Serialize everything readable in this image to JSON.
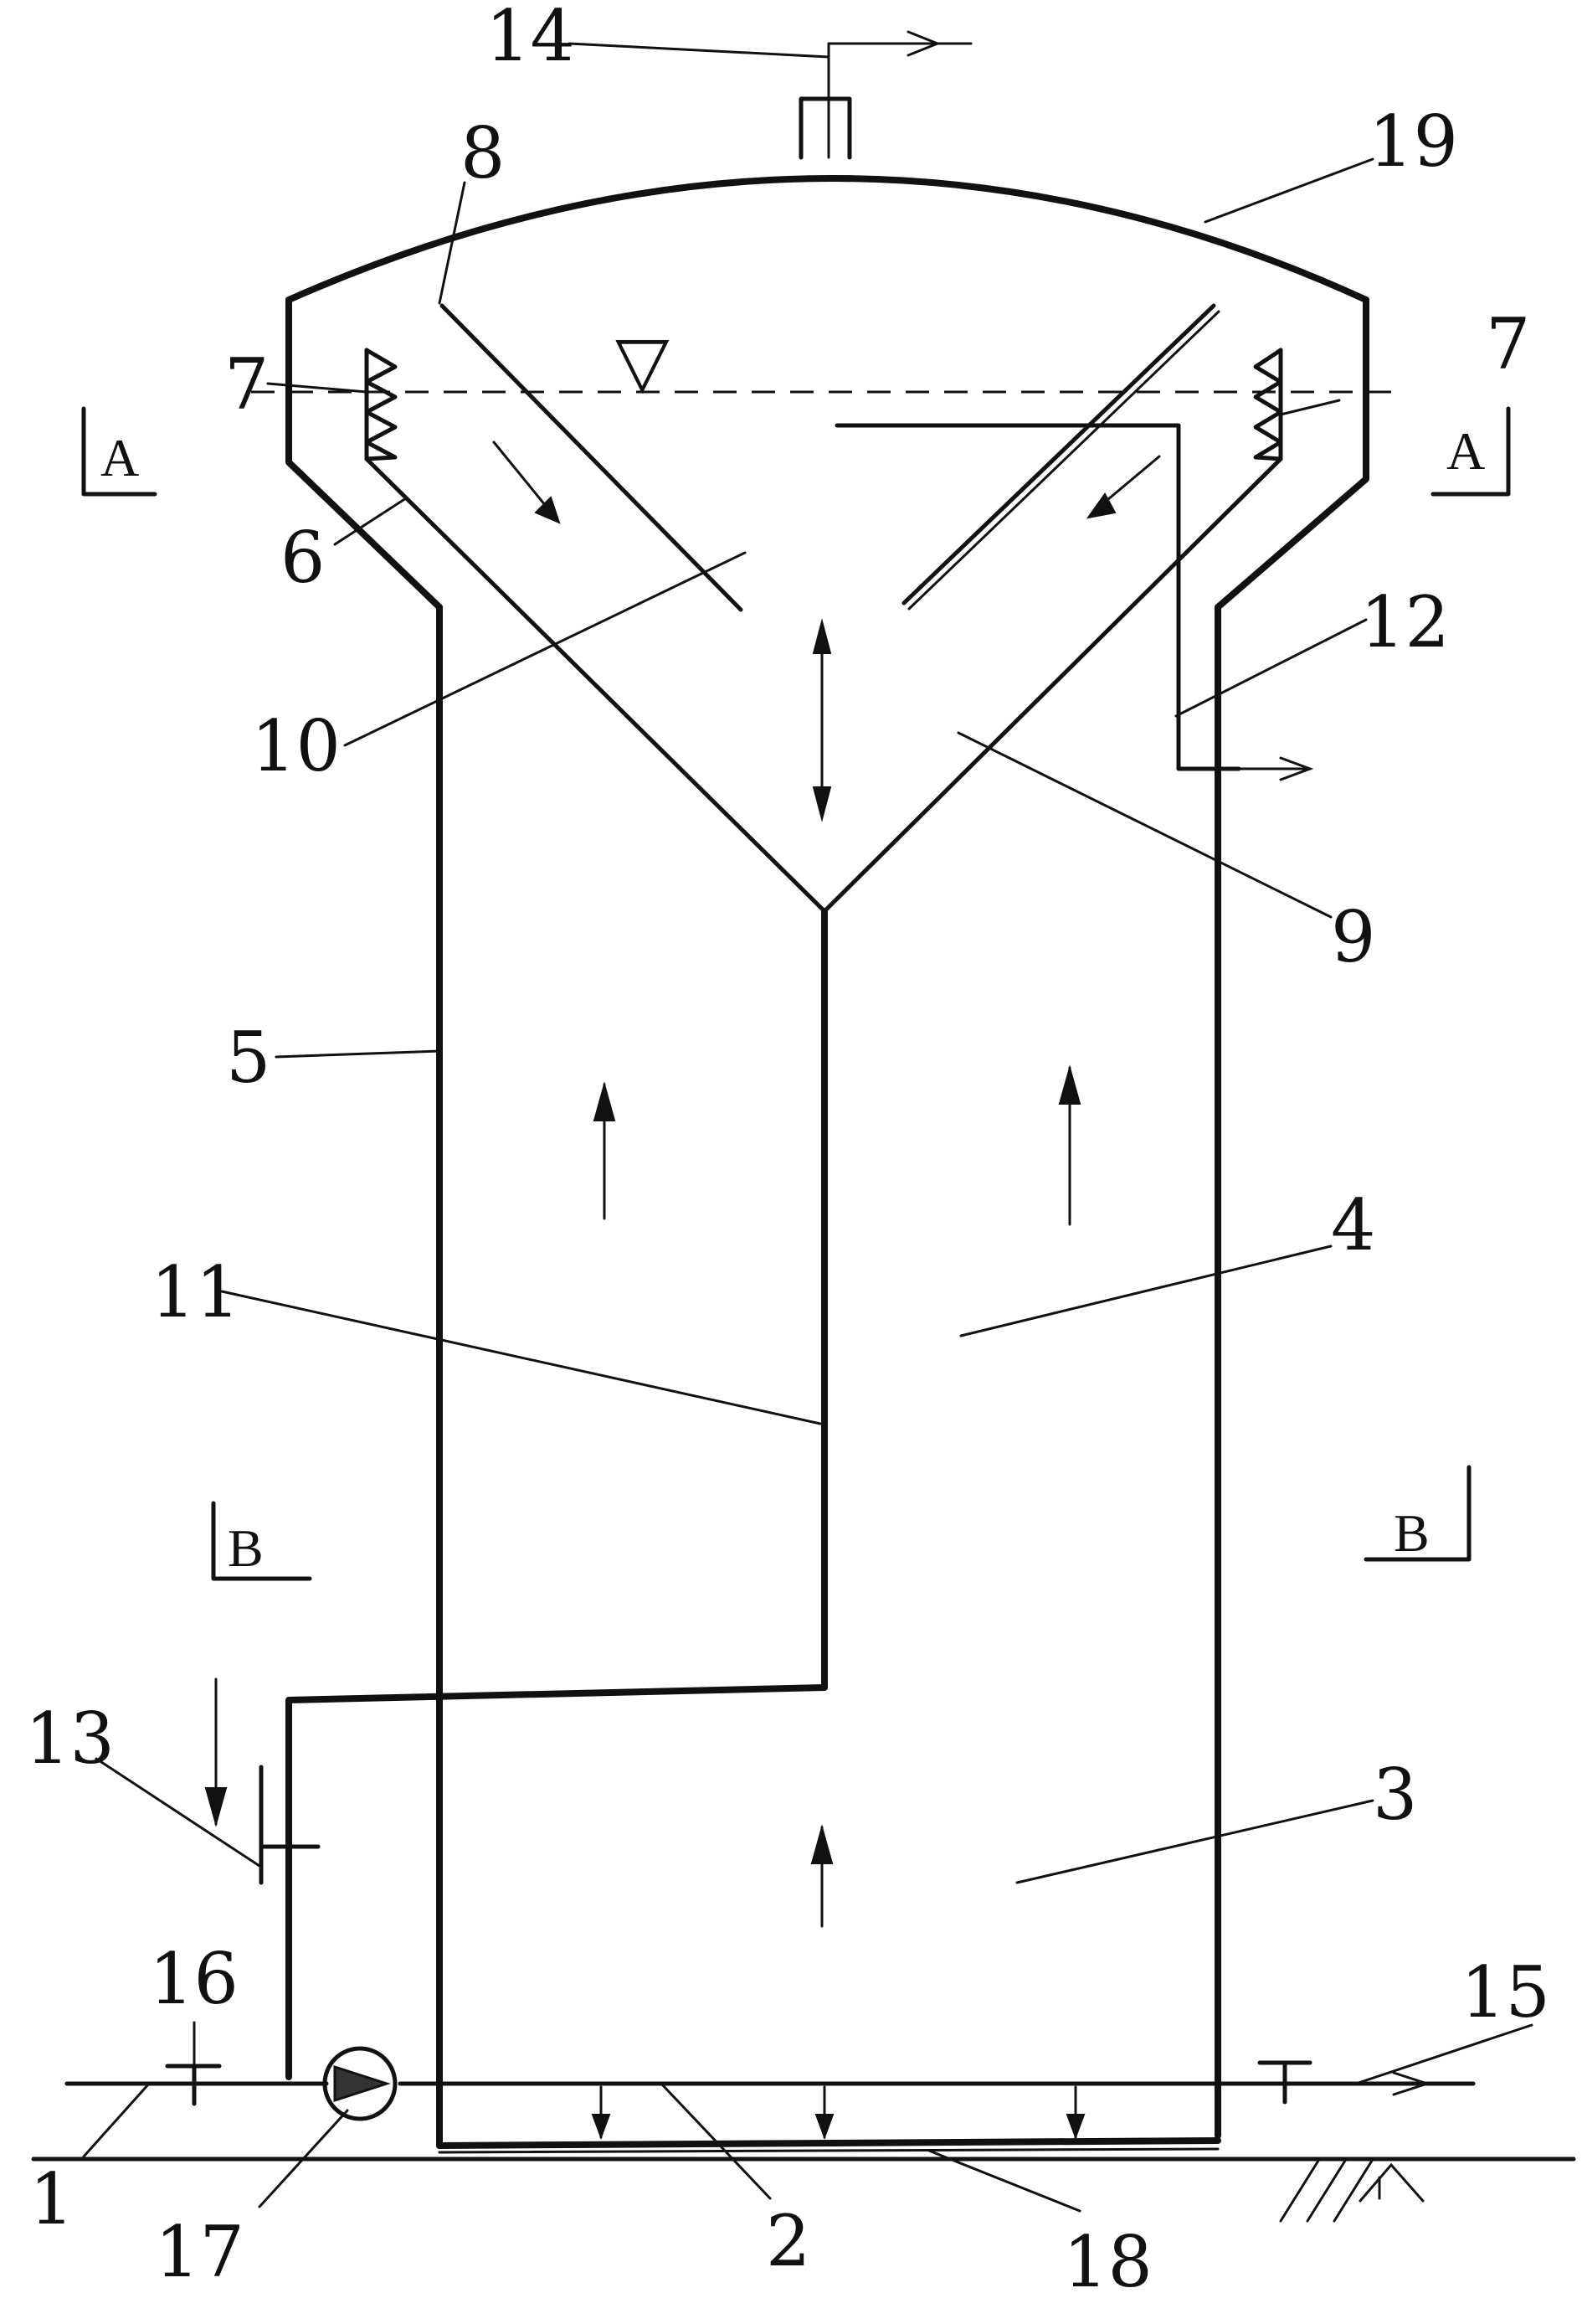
{
  "labels": {
    "n1": "1",
    "n2": "2",
    "n3": "3",
    "n4": "4",
    "n5": "5",
    "n6": "6",
    "n7_left": "7",
    "n7_right": "7",
    "n8": "8",
    "n9": "9",
    "n10": "10",
    "n11": "11",
    "n12": "12",
    "n13": "13",
    "n14": "14",
    "n15": "15",
    "n16": "16",
    "n17": "17",
    "n18": "18",
    "n19": "19"
  },
  "section_marks": {
    "a_left": "A",
    "a_right": "A",
    "b_left": "B",
    "b_right": "B"
  },
  "water_level_symbol": "▽"
}
